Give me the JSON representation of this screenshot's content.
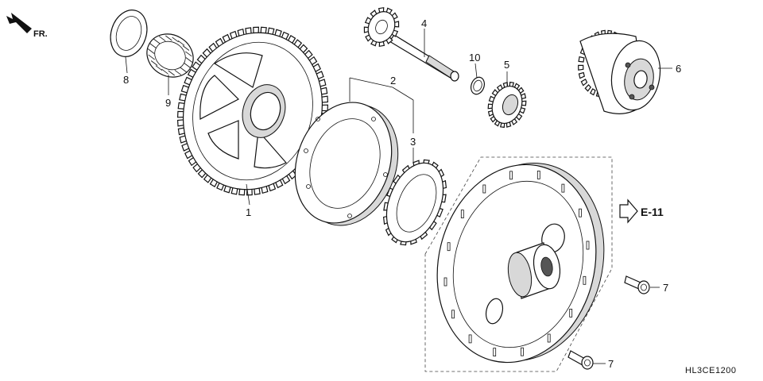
{
  "diagram": {
    "front_marker": "FR.",
    "reference": "E-11",
    "drawing_code": "HL3CE1200",
    "callouts": [
      {
        "id": "c1",
        "label": "1"
      },
      {
        "id": "c2",
        "label": "2"
      },
      {
        "id": "c3",
        "label": "3"
      },
      {
        "id": "c4",
        "label": "4"
      },
      {
        "id": "c5",
        "label": "5"
      },
      {
        "id": "c6",
        "label": "6"
      },
      {
        "id": "c7a",
        "label": "7"
      },
      {
        "id": "c7b",
        "label": "7"
      },
      {
        "id": "c8",
        "label": "8"
      },
      {
        "id": "c9",
        "label": "9"
      },
      {
        "id": "c10",
        "label": "10"
      }
    ]
  }
}
